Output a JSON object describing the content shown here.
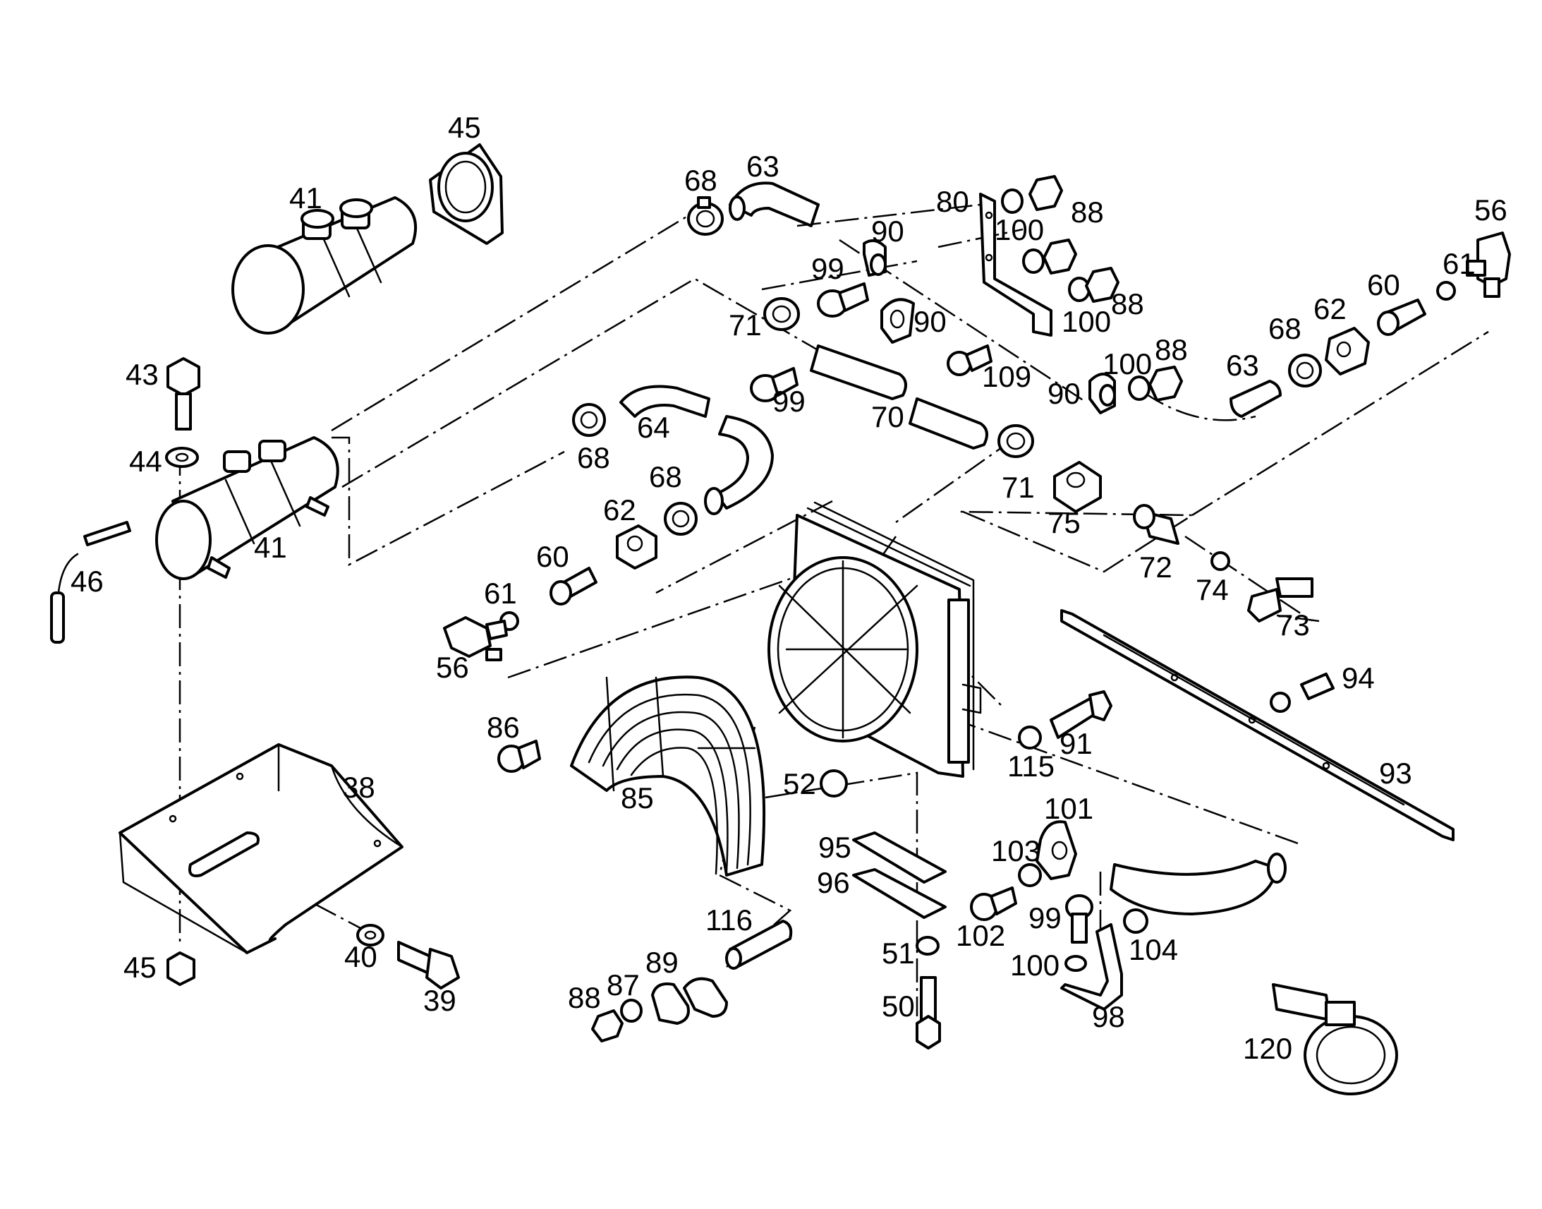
{
  "callouts": {
    "c45_top": "45",
    "c41_top": "41",
    "c43": "43",
    "c44": "44",
    "c41_mid": "41",
    "c46": "46",
    "c38": "38",
    "c45_bottom": "45",
    "c40": "40",
    "c39": "39",
    "c68_a": "68",
    "c63_a": "63",
    "c90_a": "90",
    "c99_a": "99",
    "c71_a": "71",
    "c90_b": "90",
    "c99_b": "99",
    "c70": "70",
    "c64": "64",
    "c68_b": "68",
    "c68_c": "68",
    "c62_a": "62",
    "c60_a": "60",
    "c61_a": "61",
    "c56_a": "56",
    "c80": "80",
    "c88_a": "88",
    "c100_a": "100",
    "c88_b": "88",
    "c100_b": "100",
    "c109": "109",
    "c88_c": "88",
    "c100_c": "100",
    "c90_c": "90",
    "c71_b": "71",
    "c75": "75",
    "c72": "72",
    "c74": "74",
    "c73": "73",
    "c56_b": "56",
    "c61_b": "61",
    "c60_b": "60",
    "c62_b": "62",
    "c68_d": "68",
    "c63_b": "63",
    "c94": "94",
    "c93": "93",
    "c86": "86",
    "c85": "85",
    "c52": "52",
    "c115": "115",
    "c91": "91",
    "c95": "95",
    "c96": "96",
    "c51": "51",
    "c50": "50",
    "c101": "101",
    "c103": "103",
    "c102": "102",
    "c99_c": "99",
    "c100_d": "100",
    "c104": "104",
    "c98": "98",
    "c116": "116",
    "c89": "89",
    "c87": "87",
    "c88_d": "88",
    "c120": "120"
  }
}
